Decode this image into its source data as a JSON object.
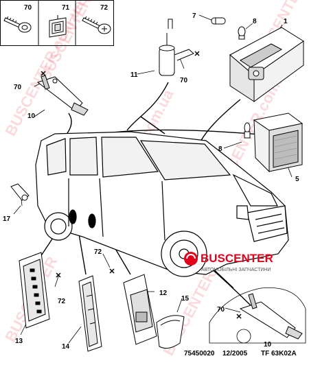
{
  "header_boxes": [
    {
      "number": "70",
      "part": "screw-clip"
    },
    {
      "number": "71",
      "part": "plastic-clip"
    },
    {
      "number": "72",
      "part": "screw"
    }
  ],
  "callouts": {
    "c1": "1",
    "c5": "5",
    "c7": "7",
    "c8a": "8",
    "c8b": "8",
    "c10a": "10",
    "c10b": "10",
    "c11": "11",
    "c12": "12",
    "c13": "13",
    "c14": "14",
    "c15": "15",
    "c17": "17",
    "c70a": "70",
    "c70b": "70",
    "c70c": "70",
    "c72a": "72",
    "c72b": "72"
  },
  "footer": {
    "reference": "75450020",
    "date": "12/2005",
    "code": "TF 63K02A"
  },
  "logo": {
    "name": "BUSCENTER",
    "tagline": "АВТОМОБІЛЬНІ ЗАПЧАСТИНИ",
    "accent_color": "#e2001a"
  },
  "watermarks": [
    "BUSCENTER",
    "BUSCENTER.com.ua",
    "www.BUSCENTER.com.ua"
  ]
}
